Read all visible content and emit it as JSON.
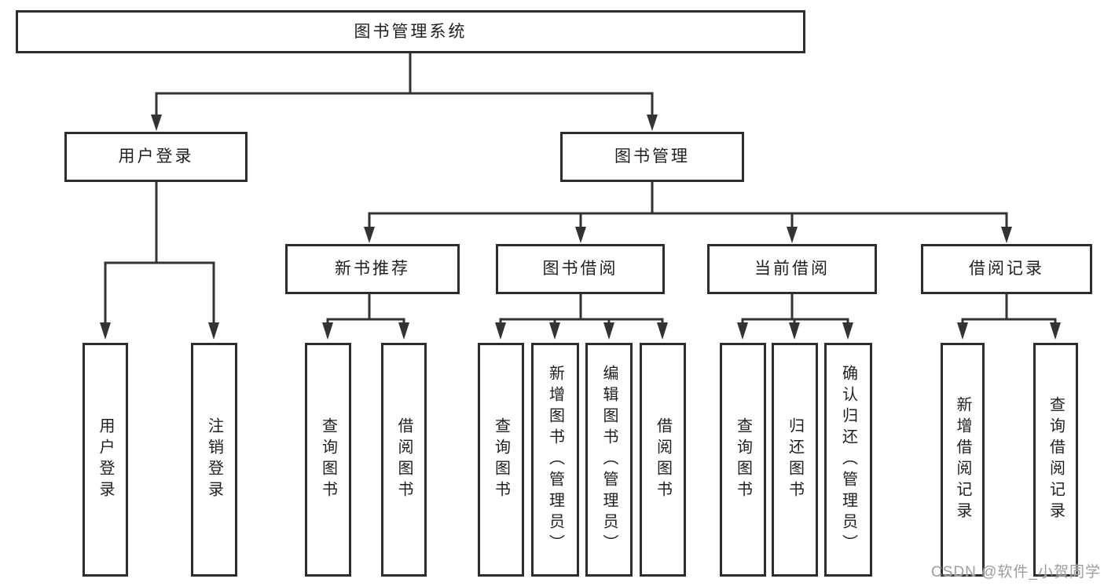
{
  "tree": {
    "label": "图书管理系统",
    "children": [
      {
        "label": "用户登录",
        "children": [
          {
            "label": "用户登录"
          },
          {
            "label": "注销登录"
          }
        ]
      },
      {
        "label": "图书管理",
        "children": [
          {
            "label": "新书推荐",
            "children": [
              {
                "label": "查询图书"
              },
              {
                "label": "借阅图书"
              }
            ]
          },
          {
            "label": "图书借阅",
            "children": [
              {
                "label": "查询图书"
              },
              {
                "label": "新增图书（管理员）"
              },
              {
                "label": "编辑图书（管理员）"
              },
              {
                "label": "借阅图书"
              }
            ]
          },
          {
            "label": "当前借阅",
            "children": [
              {
                "label": "查询图书"
              },
              {
                "label": "归还图书"
              },
              {
                "label": "确认归还（管理员）"
              }
            ]
          },
          {
            "label": "借阅记录",
            "children": [
              {
                "label": "新增借阅记录"
              },
              {
                "label": "查询借阅记录"
              }
            ]
          }
        ]
      }
    ]
  },
  "watermark": {
    "text": "CSDN @软件_小贺同学"
  },
  "colors": {
    "line": "#333333",
    "box_border": "#2d2d2d",
    "text": "#1f1f1f",
    "watermark_text": "#9d9d9d",
    "background": "#ffffff"
  }
}
